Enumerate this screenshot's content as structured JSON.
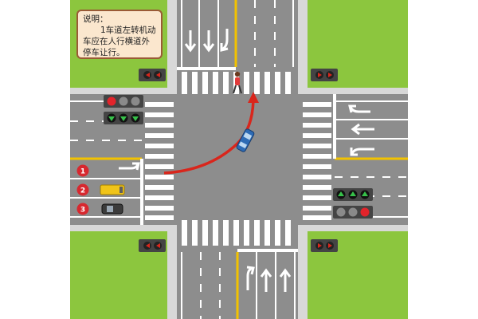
{
  "note": {
    "title": "说明：",
    "lines": [
      "1车道左转机动",
      "车应在人行横道外",
      "停车让行。"
    ]
  },
  "lane_badges": [
    "1",
    "2",
    "3"
  ],
  "colors": {
    "grass": "#8cc63e",
    "road": "#8d8d8d",
    "lane_white": "#ffffff",
    "center_yellow": "#f2c200",
    "turn_path": "#d9261c",
    "car": "#2d6bb5",
    "bus": "#f0c419",
    "badge": "#d7282f"
  },
  "signals": {
    "top_left": [
      "left-arrow-icon",
      "left-arrow-icon"
    ],
    "left_main": [
      "red",
      "off",
      "off"
    ],
    "left_arrows": [
      "down-arrow-icon",
      "down-arrow-icon",
      "down-arrow-icon"
    ],
    "right_arrows": [
      "up-arrow-icon",
      "up-arrow-icon",
      "up-arrow-icon"
    ],
    "right_main": [
      "off",
      "off",
      "red"
    ]
  }
}
